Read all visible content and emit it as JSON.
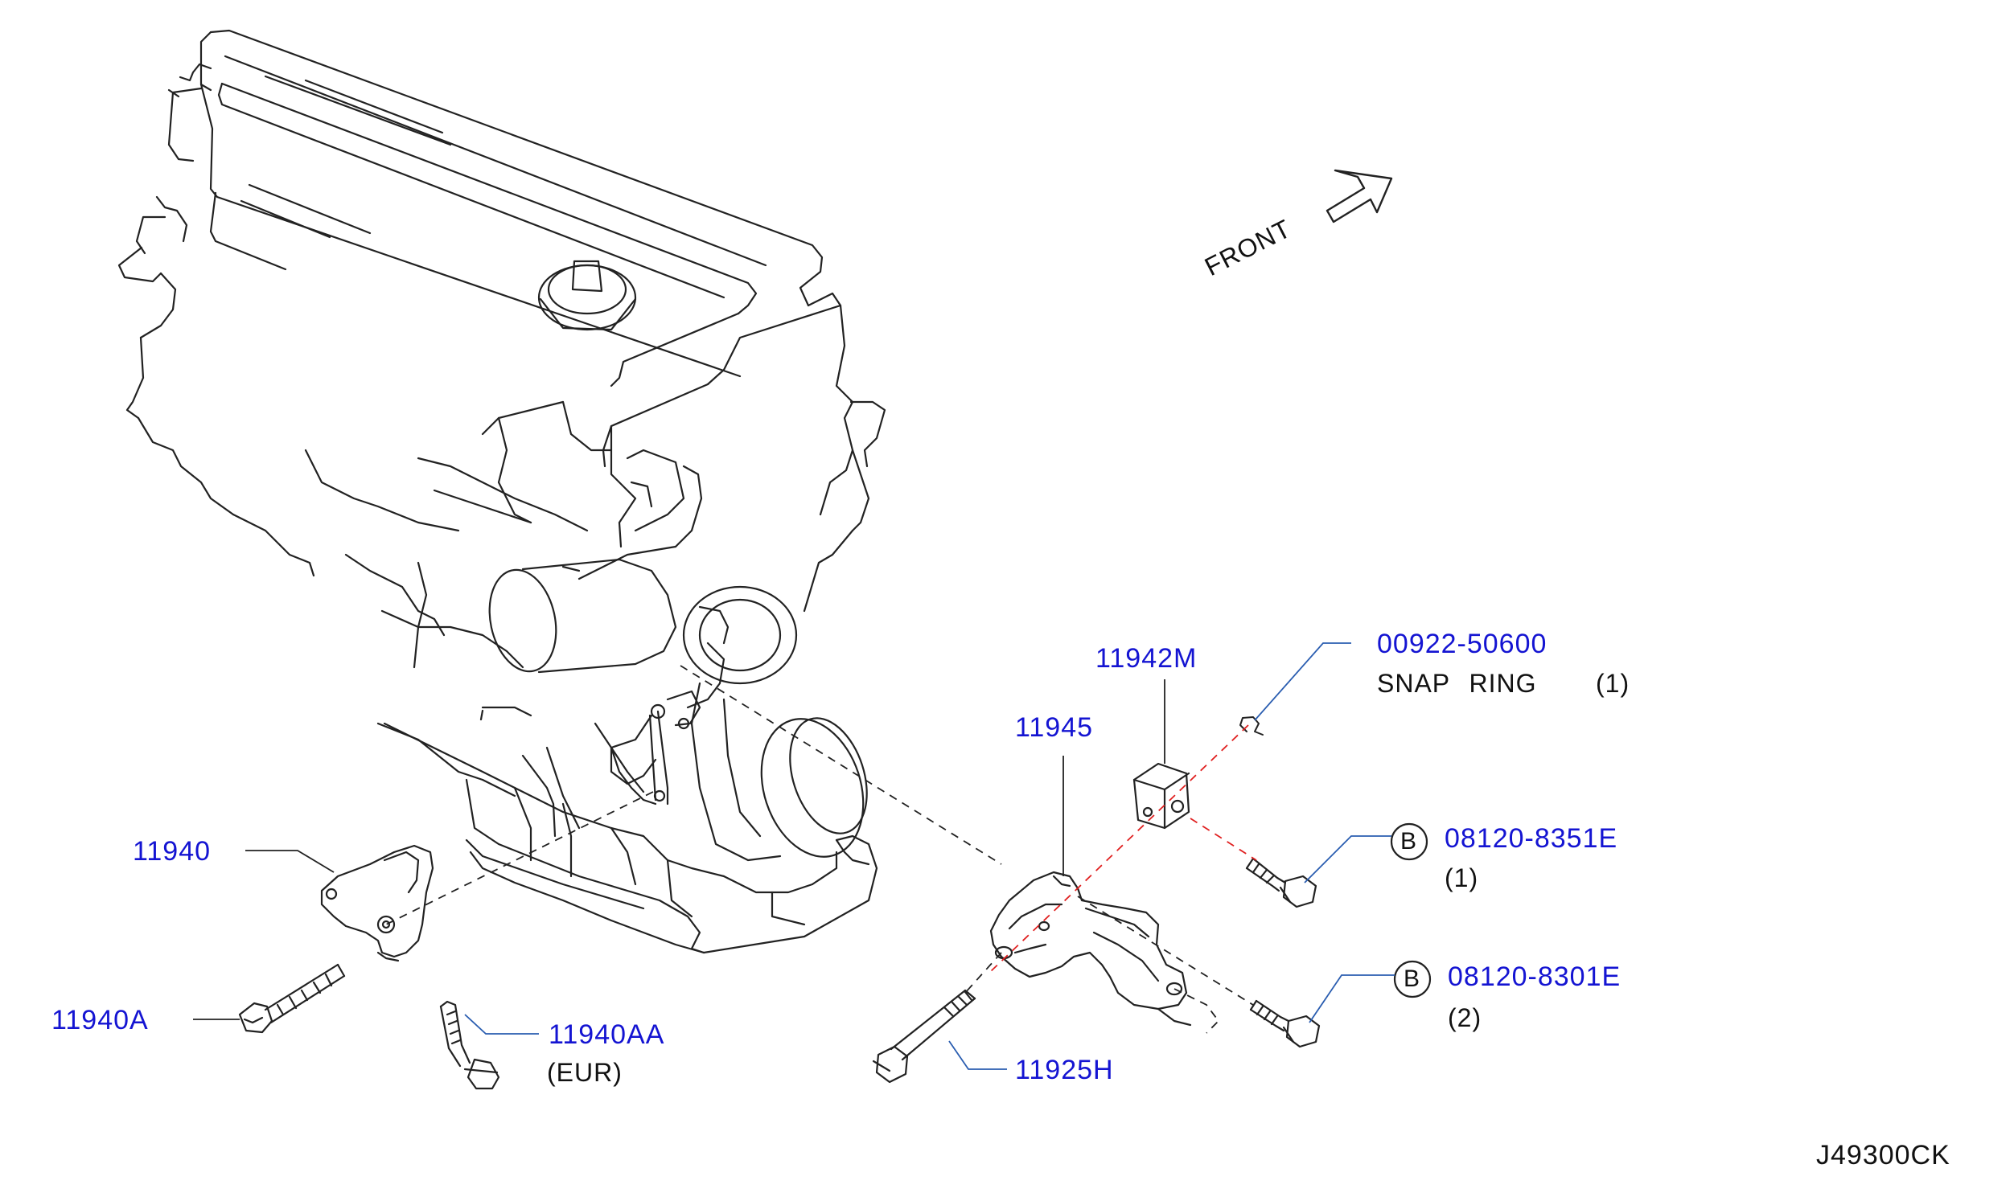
{
  "colors": {
    "part_number": "#1414d2",
    "leader": "#2a5db0",
    "dashed_red": "#e02020",
    "line": "#222222"
  },
  "front_marker": {
    "label": "FRONT",
    "icon": "front-direction-arrow-icon"
  },
  "parts": {
    "p11942M": {
      "number": "11942M"
    },
    "p00922": {
      "number": "00922-50600",
      "name": "SNAP RING",
      "qty": "(1)"
    },
    "p11945": {
      "number": "11945"
    },
    "p8351E": {
      "number": "08120-8351E",
      "qty": "(1)",
      "ref": "B"
    },
    "p8301E": {
      "number": "08120-8301E",
      "qty": "(2)",
      "ref": "B"
    },
    "p11940": {
      "number": "11940"
    },
    "p11940A": {
      "number": "11940A"
    },
    "p11940AA": {
      "number": "11940AA",
      "note": "(EUR)"
    },
    "p11925H": {
      "number": "11925H"
    }
  },
  "diagram_code": "J49300CK"
}
